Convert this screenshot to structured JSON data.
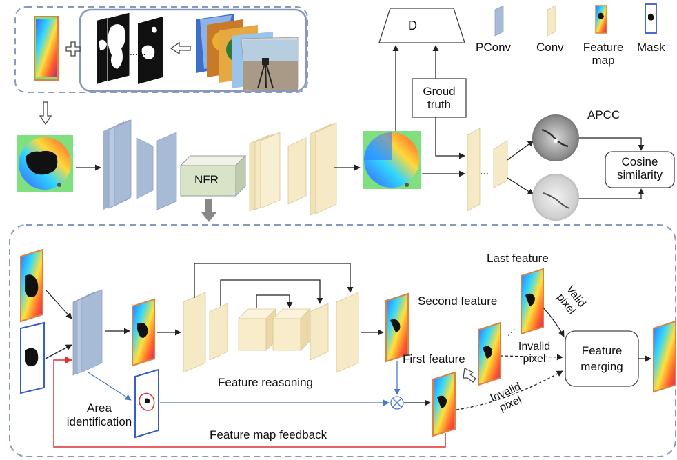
{
  "labels": {
    "discriminator": "D",
    "pconv": "PConv",
    "conv": "Conv",
    "feature_map_1": "Feature",
    "feature_map_2": "map",
    "mask": "Mask",
    "ground_truth_1": "Groud",
    "ground_truth_2": "truth",
    "apcc": "APCC",
    "cosine_1": "Cosine",
    "cosine_2": "similarity",
    "nfr": "NFR",
    "ellipsis": "...",
    "last_feature": "Last feature",
    "second_feature": "Second feature",
    "first_feature": "First feature",
    "valid_pixel_1": "Valid",
    "valid_pixel_2": "pixel",
    "invalid_pixel_a1": "Invalid",
    "invalid_pixel_a2": "pixel",
    "invalid_pixel_b1": "Invalid",
    "invalid_pixel_b2": "pixel",
    "feature_merging_1": "Feature",
    "feature_merging_2": "merging",
    "feature_reasoning": "Feature reasoning",
    "area_identification_1": "Area",
    "area_identification_2": "identification",
    "feature_map_feedback": "Feature map feedback"
  },
  "colors": {
    "pconv": "#a7bbd6",
    "conv": "#f5e9c6",
    "nfr": "#d9e3c8",
    "dashed_border": "#8899bb",
    "feedback": "#e03030",
    "area_arrow": "#4a78c8"
  }
}
